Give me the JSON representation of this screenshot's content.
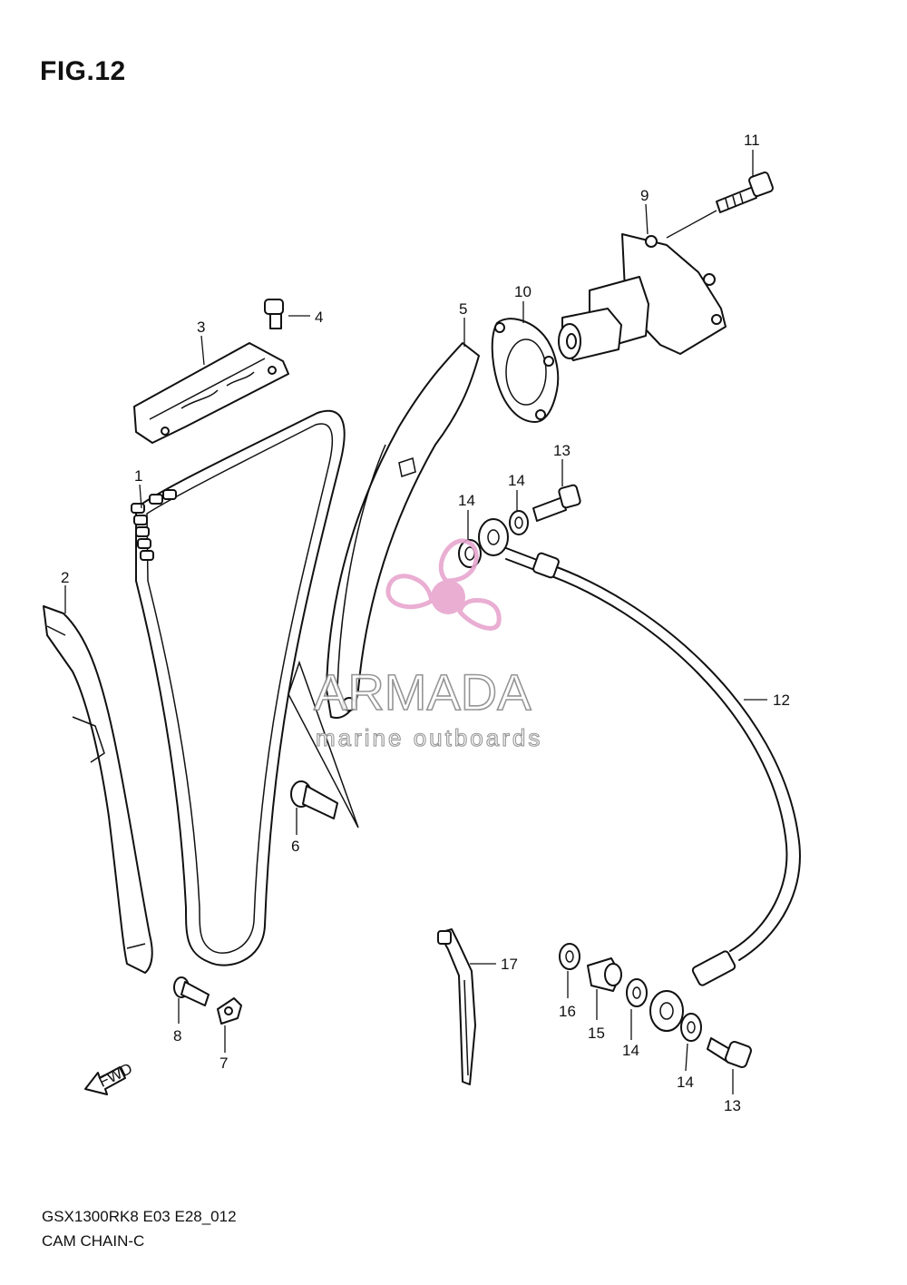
{
  "figure": {
    "title": "FIG.12",
    "model_code": "GSX1300RK8 E03 E28_012",
    "section_name": "CAM CHAIN-C"
  },
  "watermark": {
    "brand": "ARMADA",
    "tagline": "marine outboards",
    "logo_color": "#e8a6cf"
  },
  "direction_marker": "FWD",
  "callouts": [
    {
      "id": "c1",
      "label": "1"
    },
    {
      "id": "c2",
      "label": "2"
    },
    {
      "id": "c3",
      "label": "3"
    },
    {
      "id": "c4",
      "label": "4"
    },
    {
      "id": "c5",
      "label": "5"
    },
    {
      "id": "c6",
      "label": "6"
    },
    {
      "id": "c7",
      "label": "7"
    },
    {
      "id": "c8",
      "label": "8"
    },
    {
      "id": "c9",
      "label": "9"
    },
    {
      "id": "c10",
      "label": "10"
    },
    {
      "id": "c11",
      "label": "11"
    },
    {
      "id": "c12",
      "label": "12"
    },
    {
      "id": "c13a",
      "label": "13"
    },
    {
      "id": "c13b",
      "label": "13"
    },
    {
      "id": "c14a",
      "label": "14"
    },
    {
      "id": "c14b",
      "label": "14"
    },
    {
      "id": "c14c",
      "label": "14"
    },
    {
      "id": "c14d",
      "label": "14"
    },
    {
      "id": "c15",
      "label": "15"
    },
    {
      "id": "c16",
      "label": "16"
    },
    {
      "id": "c17",
      "label": "17"
    }
  ]
}
